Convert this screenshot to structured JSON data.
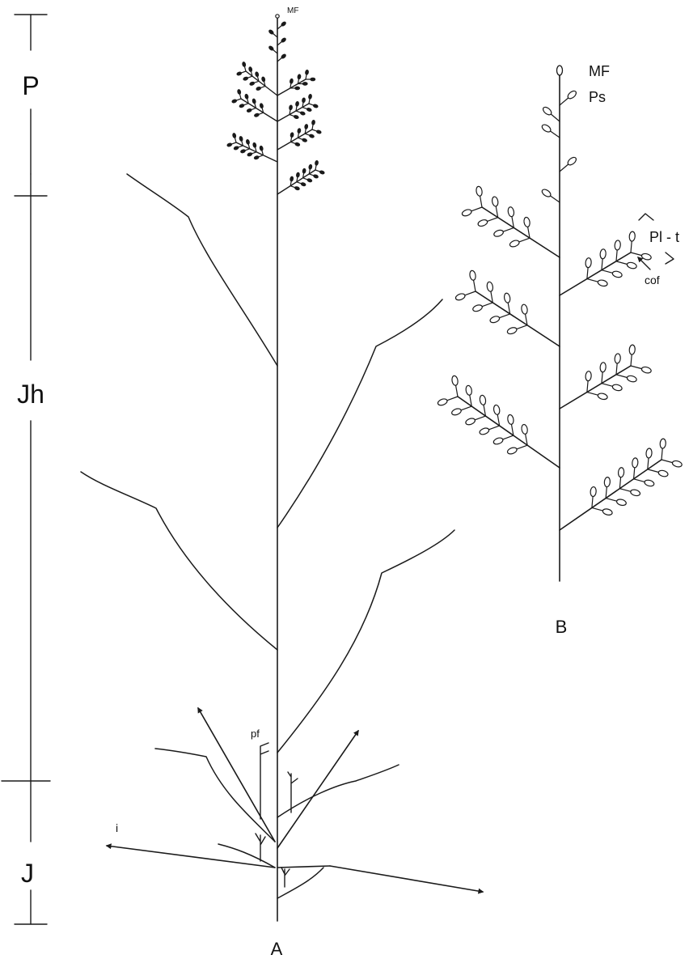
{
  "figure": {
    "scale_labels": [
      "P",
      "Jh",
      "J"
    ],
    "panel_a": {
      "label": "A",
      "apex_label": "MF",
      "branch_label": "pf",
      "arrow_label": "i"
    },
    "panel_b": {
      "label": "B",
      "apex_label": "MF",
      "shoot_label": "Ps",
      "unit_label": "Pl - t",
      "pointer_label": "cof"
    }
  }
}
